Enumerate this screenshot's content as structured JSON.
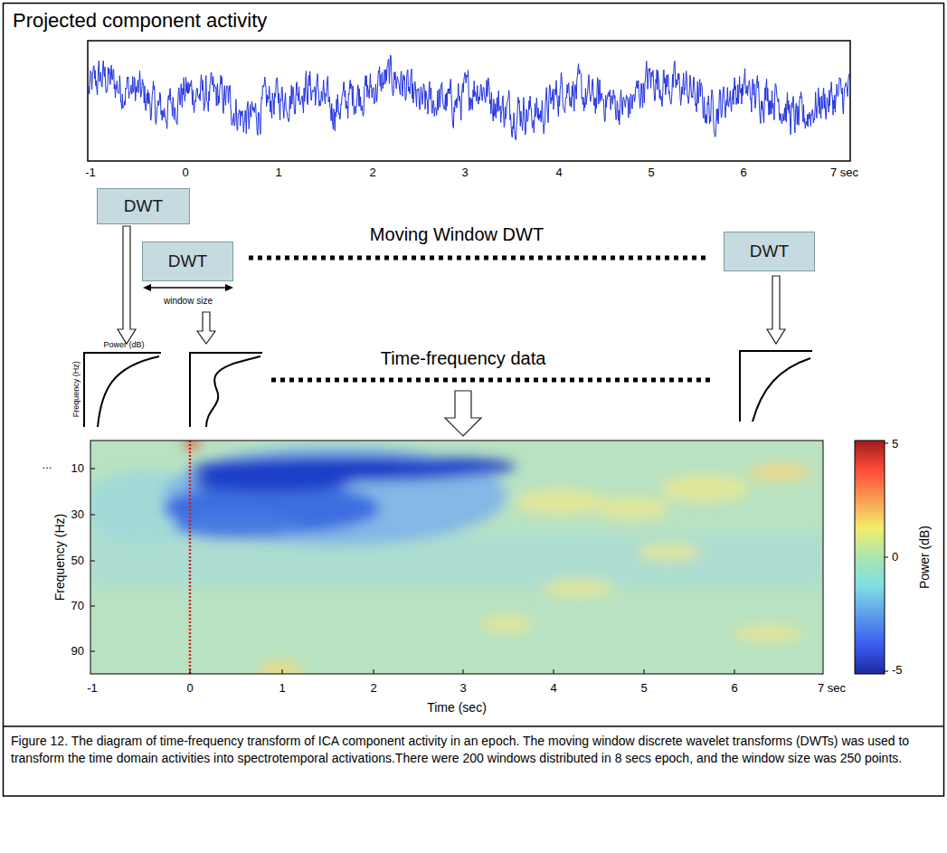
{
  "diagram": {
    "title": "Projected component activity",
    "caption": "Figure 12. The diagram of time-frequency transform of ICA component activity in an epoch. The moving window discrete wavelet transforms (DWTs) was used to transform the time domain activities into spectrotemporal activations.There were 200 windows distributed in 8 secs epoch, and the window size was 250 points.",
    "nodes": [
      {
        "text": [
          "DWT"
        ]
      },
      {
        "text": [
          "DWT"
        ]
      },
      {
        "text": [
          "DWT"
        ]
      }
    ],
    "labels": [
      "-1",
      "0",
      "1",
      "2",
      "3",
      "4",
      "5",
      "6",
      "7 sec",
      "Moving Window DWT",
      "window size",
      "Power (dB)",
      "Frequency (Hz)",
      "Time-frequency data",
      "...",
      "10",
      "30",
      "50",
      "70",
      "90",
      "Frequency (Hz)",
      "-1",
      "0",
      "1",
      "2",
      "3",
      "4",
      "5",
      "6",
      "7 sec",
      "Time (sec)",
      "5",
      "0",
      "-5",
      "Power (dB)"
    ]
  }
}
